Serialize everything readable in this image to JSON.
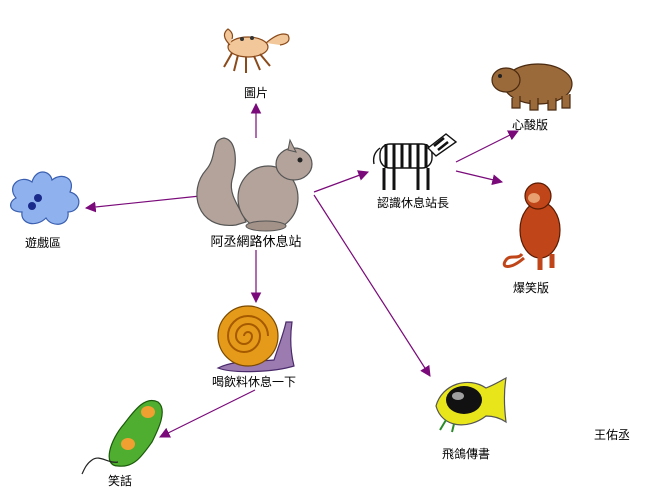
{
  "nodes": {
    "center": {
      "label": "阿丞網路休息站",
      "icon": "squirrel-icon"
    },
    "pictures": {
      "label": "圖片",
      "icon": "crab-icon"
    },
    "games": {
      "label": "遊戲區",
      "icon": "amoeba-icon"
    },
    "drinks": {
      "label": "喝飲料休息一下",
      "icon": "snail-icon"
    },
    "jokes": {
      "label": "笑話",
      "icon": "paramecium-icon"
    },
    "admin": {
      "label": "認識休息站長",
      "icon": "zebra-icon"
    },
    "heart": {
      "label": "心酸版",
      "icon": "bear-icon"
    },
    "funny": {
      "label": "爆笑版",
      "icon": "monkey-icon"
    },
    "pigeon": {
      "label": "飛鴿傳書",
      "icon": "fish-icon"
    }
  },
  "author": "王佑丞",
  "colors": {
    "arrow": "#7a0a7a",
    "squirrel": "#b3a39a",
    "snail_shell": "#e69a1a",
    "snail_body": "#9b7bb0",
    "amoeba": "#8fb2ee",
    "paramecium": "#4fae2f",
    "bear": "#9b6a3a",
    "monkey": "#c0461a",
    "fish": "#e8e61a"
  }
}
